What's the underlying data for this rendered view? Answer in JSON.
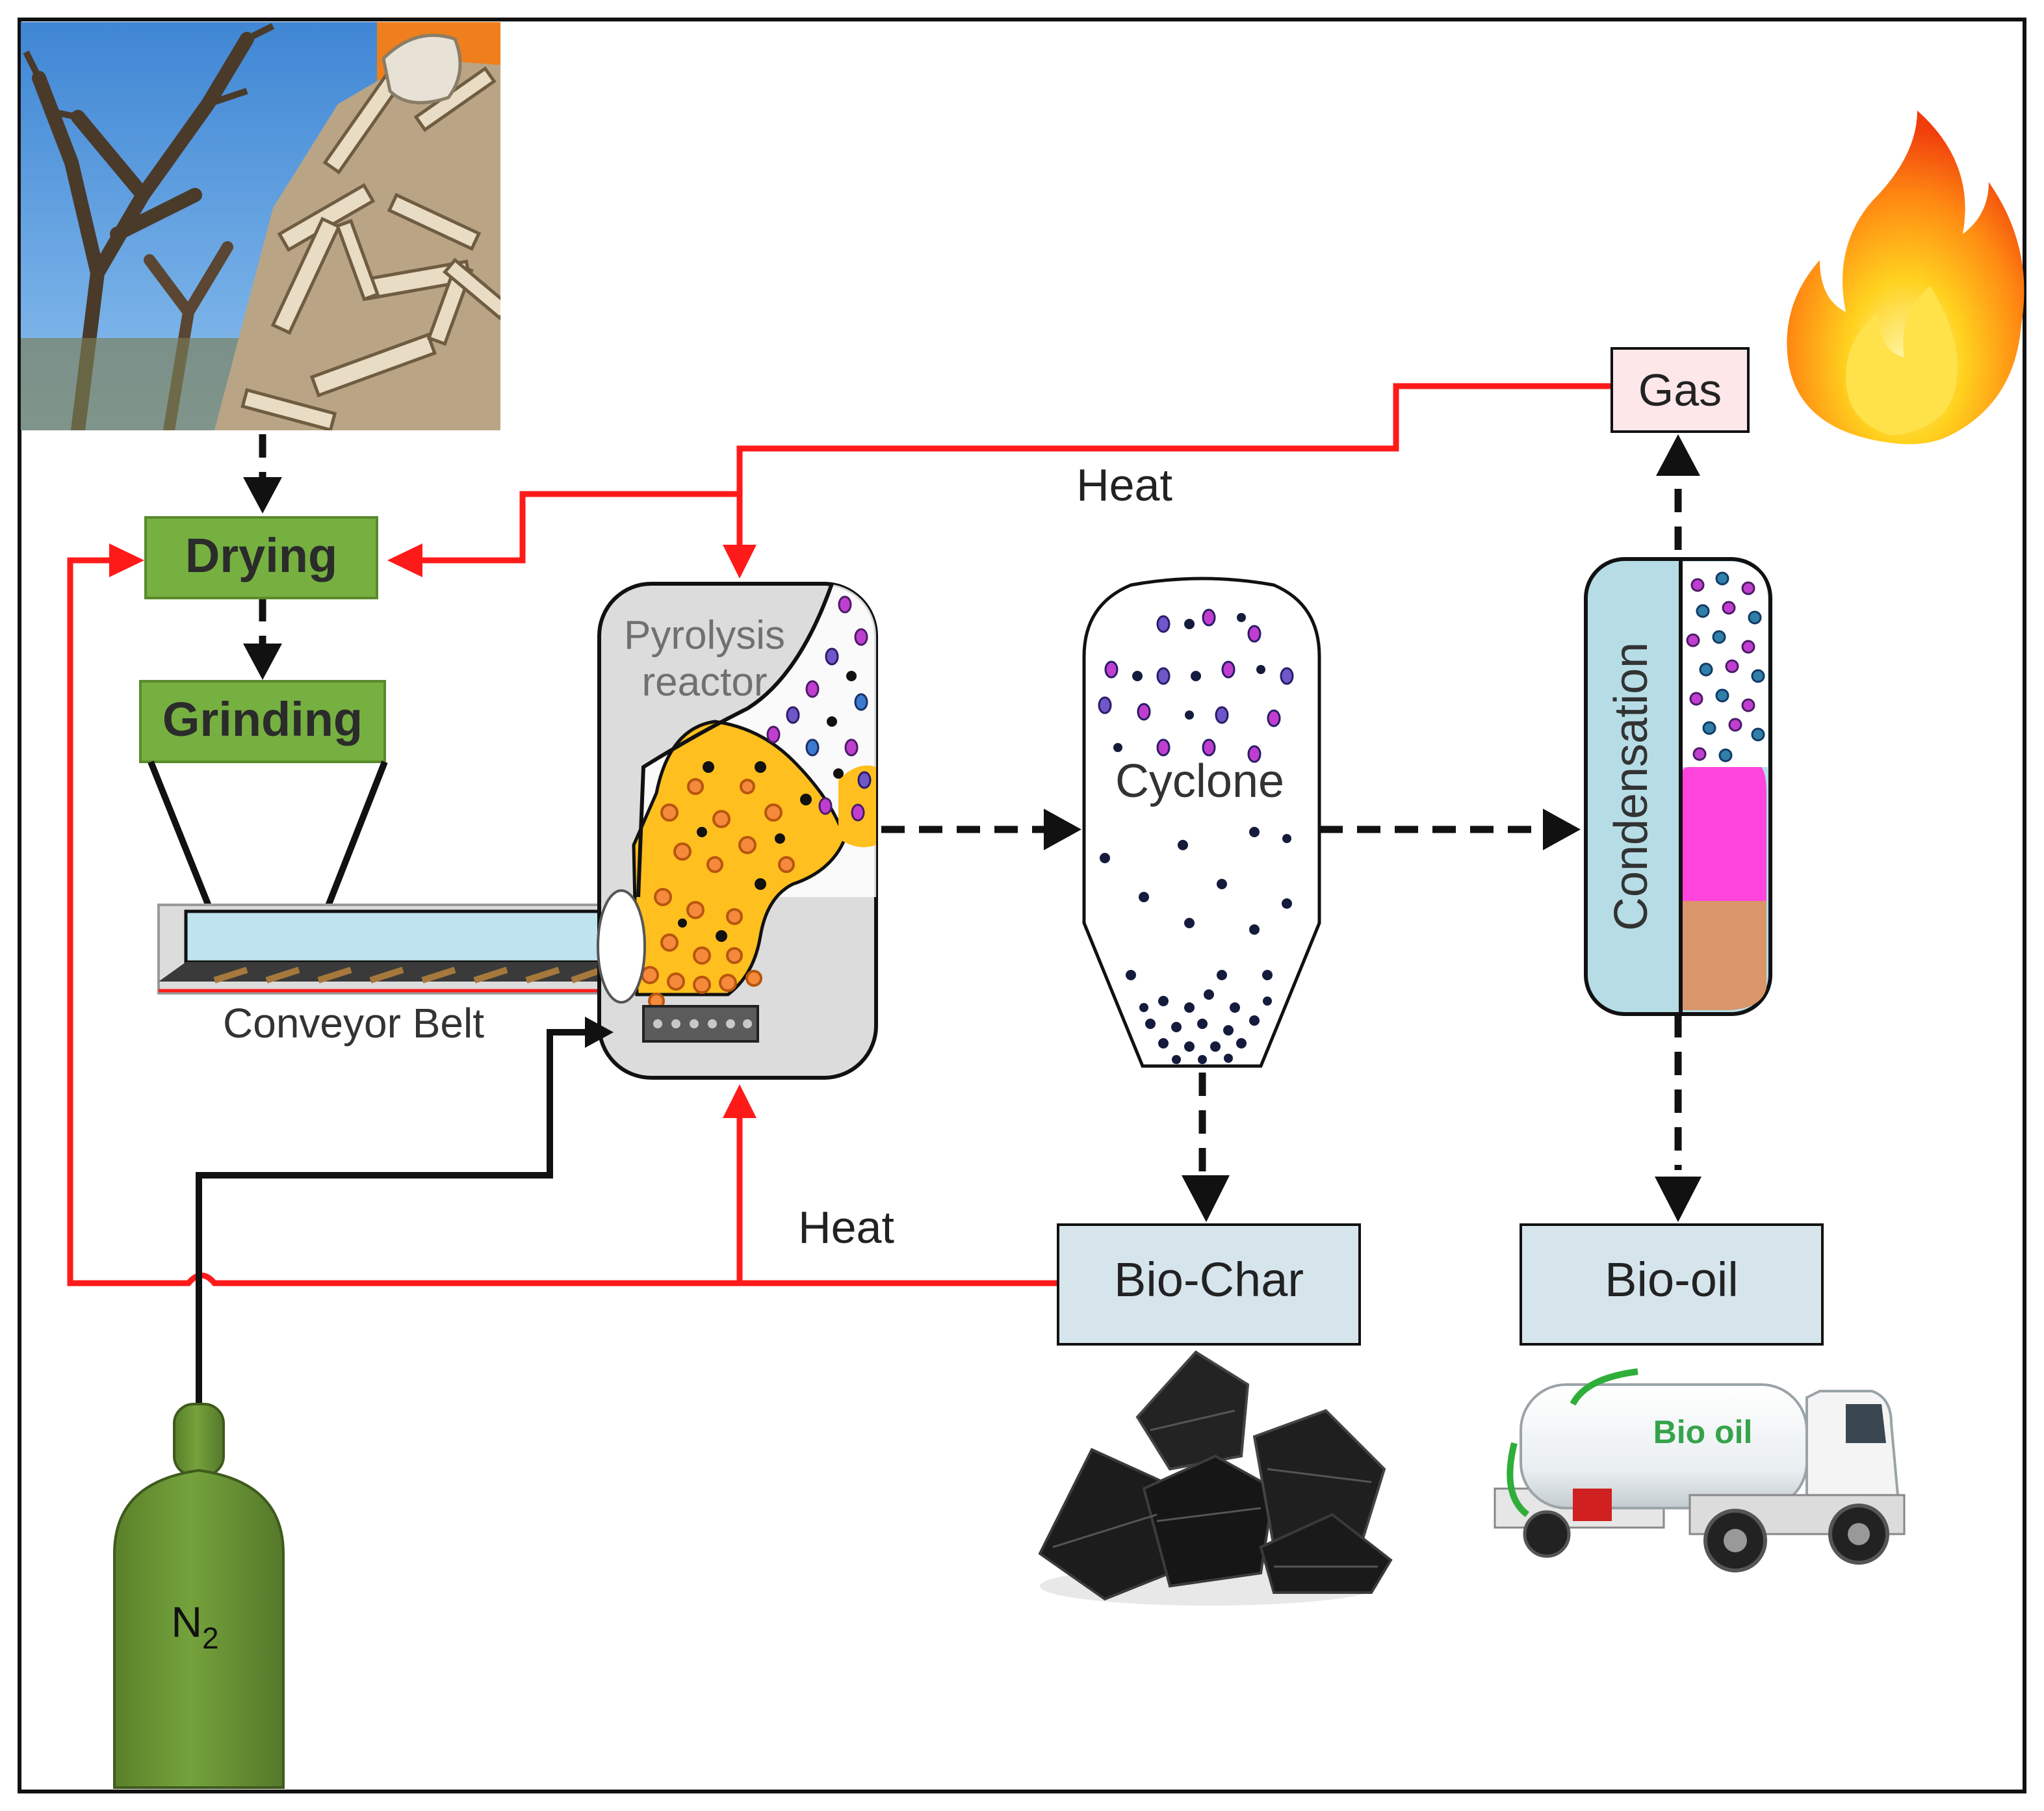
{
  "diagram": {
    "nodes": {
      "drying": "Drying",
      "grinding": "Grinding",
      "conveyor_belt": "Conveyor Belt",
      "pyrolysis_reactor_line1": "Pyrolysis",
      "pyrolysis_reactor_line2": "reactor",
      "cyclone": "Cyclone",
      "condensation": "Condensation",
      "gas": "Gas",
      "bio_char": "Bio-Char",
      "bio_oil": "Bio-oil",
      "n2_base": "N",
      "n2_sub": "2",
      "truck_label": "Bio oil"
    },
    "edge_labels": {
      "heat_top": "Heat",
      "heat_bottom": "Heat"
    },
    "icons": [
      "biomass-photo",
      "flame-icon",
      "charcoal-icon",
      "tanker-truck-icon",
      "nitrogen-cylinder-icon"
    ],
    "colors": {
      "heat_line": "#ff1a1a",
      "process_box": "#76b041",
      "product_box": "#d6e4ec",
      "gas_box": "#fde7e9",
      "cylinder": "#669233",
      "reactor_fill": "#ffbf1f",
      "cyclone_particles": "#141b3c",
      "condensate_pink": "#ff44dd",
      "condensate_tan": "#d9966a",
      "condenser_body": "#b6dde6"
    }
  }
}
